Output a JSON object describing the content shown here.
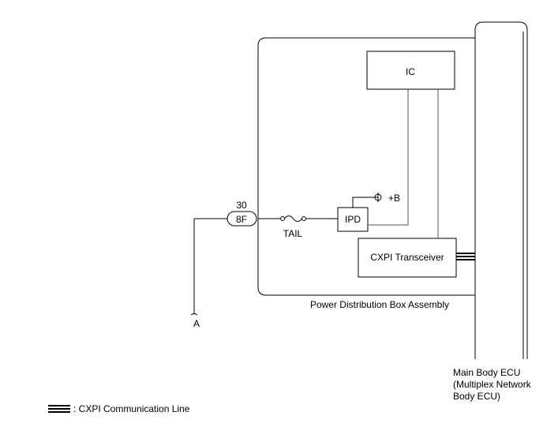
{
  "diagram": {
    "ic_label": "IC",
    "ipd_label": "IPD",
    "cxpi_transceiver_label": "CXPI Transceiver",
    "power_supply_label": "+B",
    "fuse_label": "TAIL",
    "pin_number": "30",
    "connector_label": "8F",
    "ground_point_label": "A",
    "pdb_label": "Power Distribution Box Assembly",
    "ecu_label_line1": "Main Body ECU",
    "ecu_label_line2": "(Multiplex Network",
    "ecu_label_line3": "Body ECU)",
    "legend_label": ": CXPI Communication Line"
  }
}
